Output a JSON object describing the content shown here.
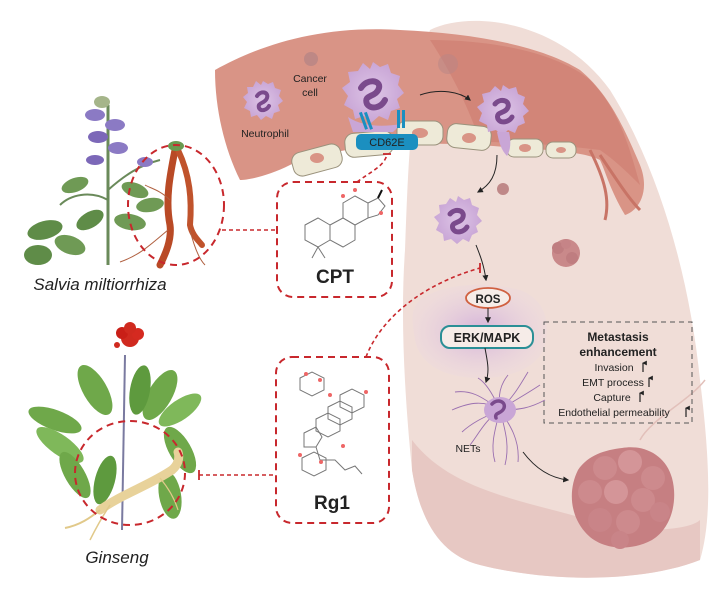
{
  "plants": {
    "salvia": {
      "label": "Salvia miltiorrhiza",
      "compound": "CPT"
    },
    "ginseng": {
      "label": "Ginseng",
      "compound": "Rg1"
    }
  },
  "vessel": {
    "cancer_cell_label": "Cancer\ncell",
    "cancer_cell_line1": "Cancer",
    "cancer_cell_line2": "cell",
    "neutrophil_label": "Neutrophil",
    "receptor_label": "CD62E"
  },
  "pathway": {
    "ros_label": "ROS",
    "erk_label": "ERK/MAPK",
    "nets_label": "NETs"
  },
  "effects_box": {
    "title_line1": "Metastasis",
    "title_line2": "enhancement",
    "items": [
      {
        "label": "Invasion",
        "trend": "up"
      },
      {
        "label": "EMT process",
        "trend": "up"
      },
      {
        "label": "Capture",
        "trend": "up"
      },
      {
        "label": "Endothelial permeability",
        "trend": "up"
      }
    ]
  },
  "colors": {
    "inhibition_line": "#c8282d",
    "receptor": "#1b8fc0",
    "vessel": "#d99486",
    "lung": "#f0ddd7",
    "neutrophil": "#c9a6d6",
    "nucleus": "#7a4a8c",
    "tumor": "#c67f82"
  }
}
